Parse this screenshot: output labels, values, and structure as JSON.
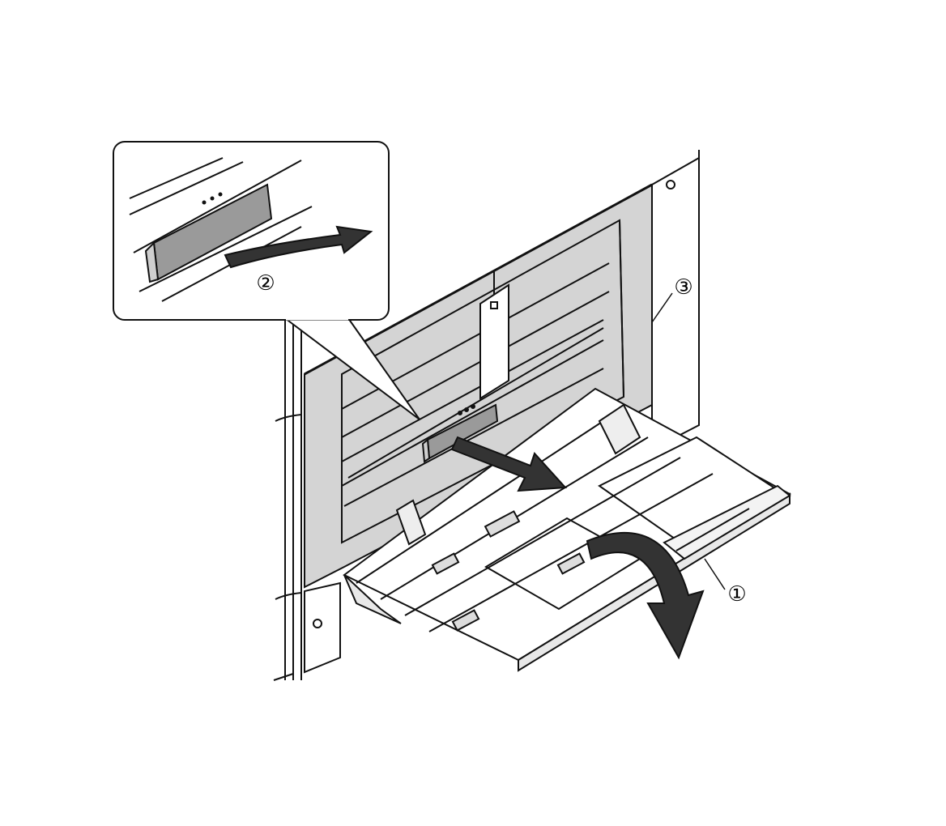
{
  "callouts": {
    "c1": "①",
    "c2": "②",
    "c3": "③"
  },
  "colors": {
    "panel_fill": "#d4d4d4",
    "line": "#111111",
    "tray_fill": "#ffffff",
    "arrow_fill": "#333333"
  }
}
